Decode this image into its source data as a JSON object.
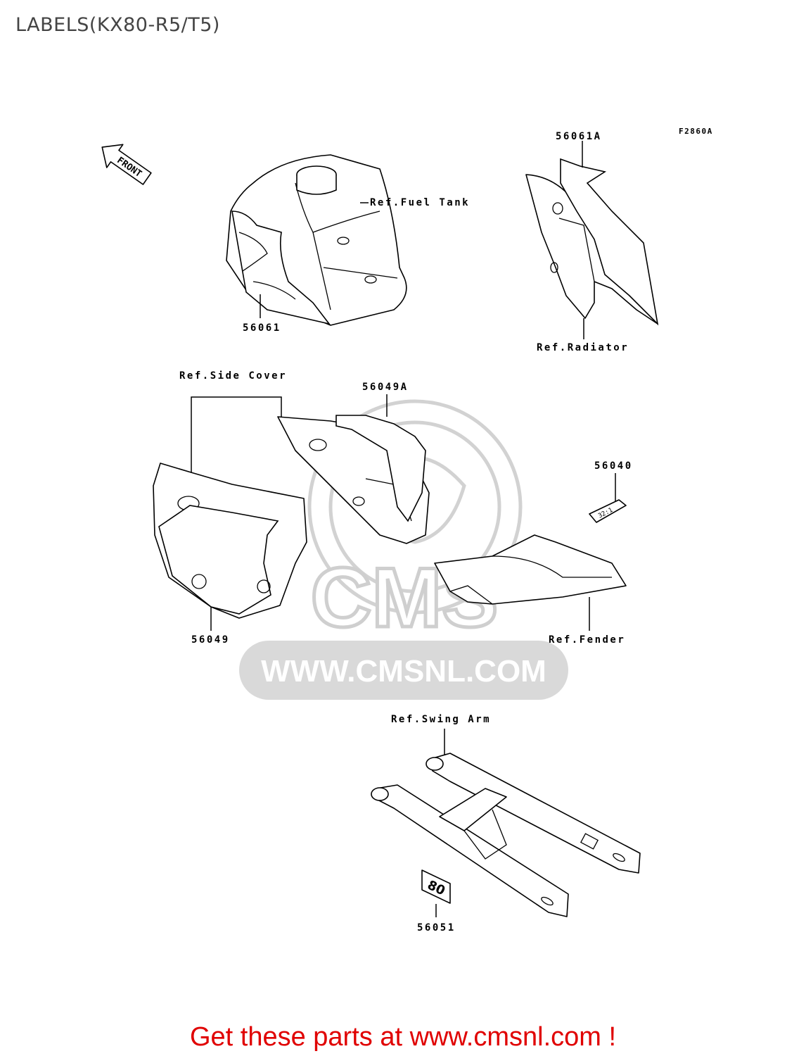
{
  "title": "LABELS(KX80-R5/T5)",
  "figure_code": "F2860A",
  "front_marker": "FRONT",
  "callouts": {
    "ref_fuel_tank": "Ref.Fuel Tank",
    "ref_radiator": "Ref.Radiator",
    "ref_side_cover": "Ref.Side Cover",
    "ref_fender": "Ref.Fender",
    "ref_swing_arm": "Ref.Swing Arm",
    "part_56061": "56061",
    "part_56061a": "56061A",
    "part_56049a": "56049A",
    "part_56040": "56040",
    "part_56049": "56049",
    "part_56051": "56051"
  },
  "decal_texts": {
    "ratio": "32:1",
    "number": "80"
  },
  "watermark": {
    "logo": "CMS",
    "url": "WWW.CMSNL.COM"
  },
  "footer": "Get these parts at www.cmsnl.com !"
}
